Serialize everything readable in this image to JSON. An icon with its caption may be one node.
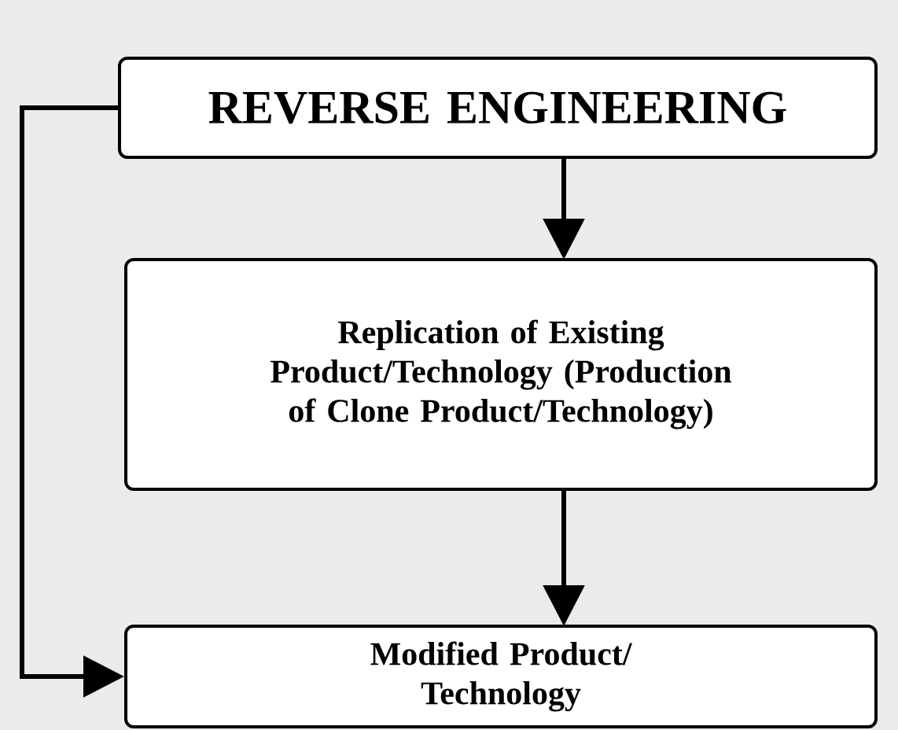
{
  "diagram": {
    "nodes": [
      {
        "text": [
          "REVERSE ENGINEERING"
        ]
      },
      {
        "text": [
          "Replication of Existing Product/Technology (Production of Clone Product/Technology)"
        ]
      },
      {
        "text": [
          "Modified Product/ Technology"
        ]
      }
    ],
    "edges": [
      {
        "from": 0,
        "to": 1,
        "arrow": "to"
      },
      {
        "from": 1,
        "to": 2,
        "arrow": "to"
      },
      {
        "from": 0,
        "to": 2,
        "arrow": "to"
      }
    ]
  }
}
